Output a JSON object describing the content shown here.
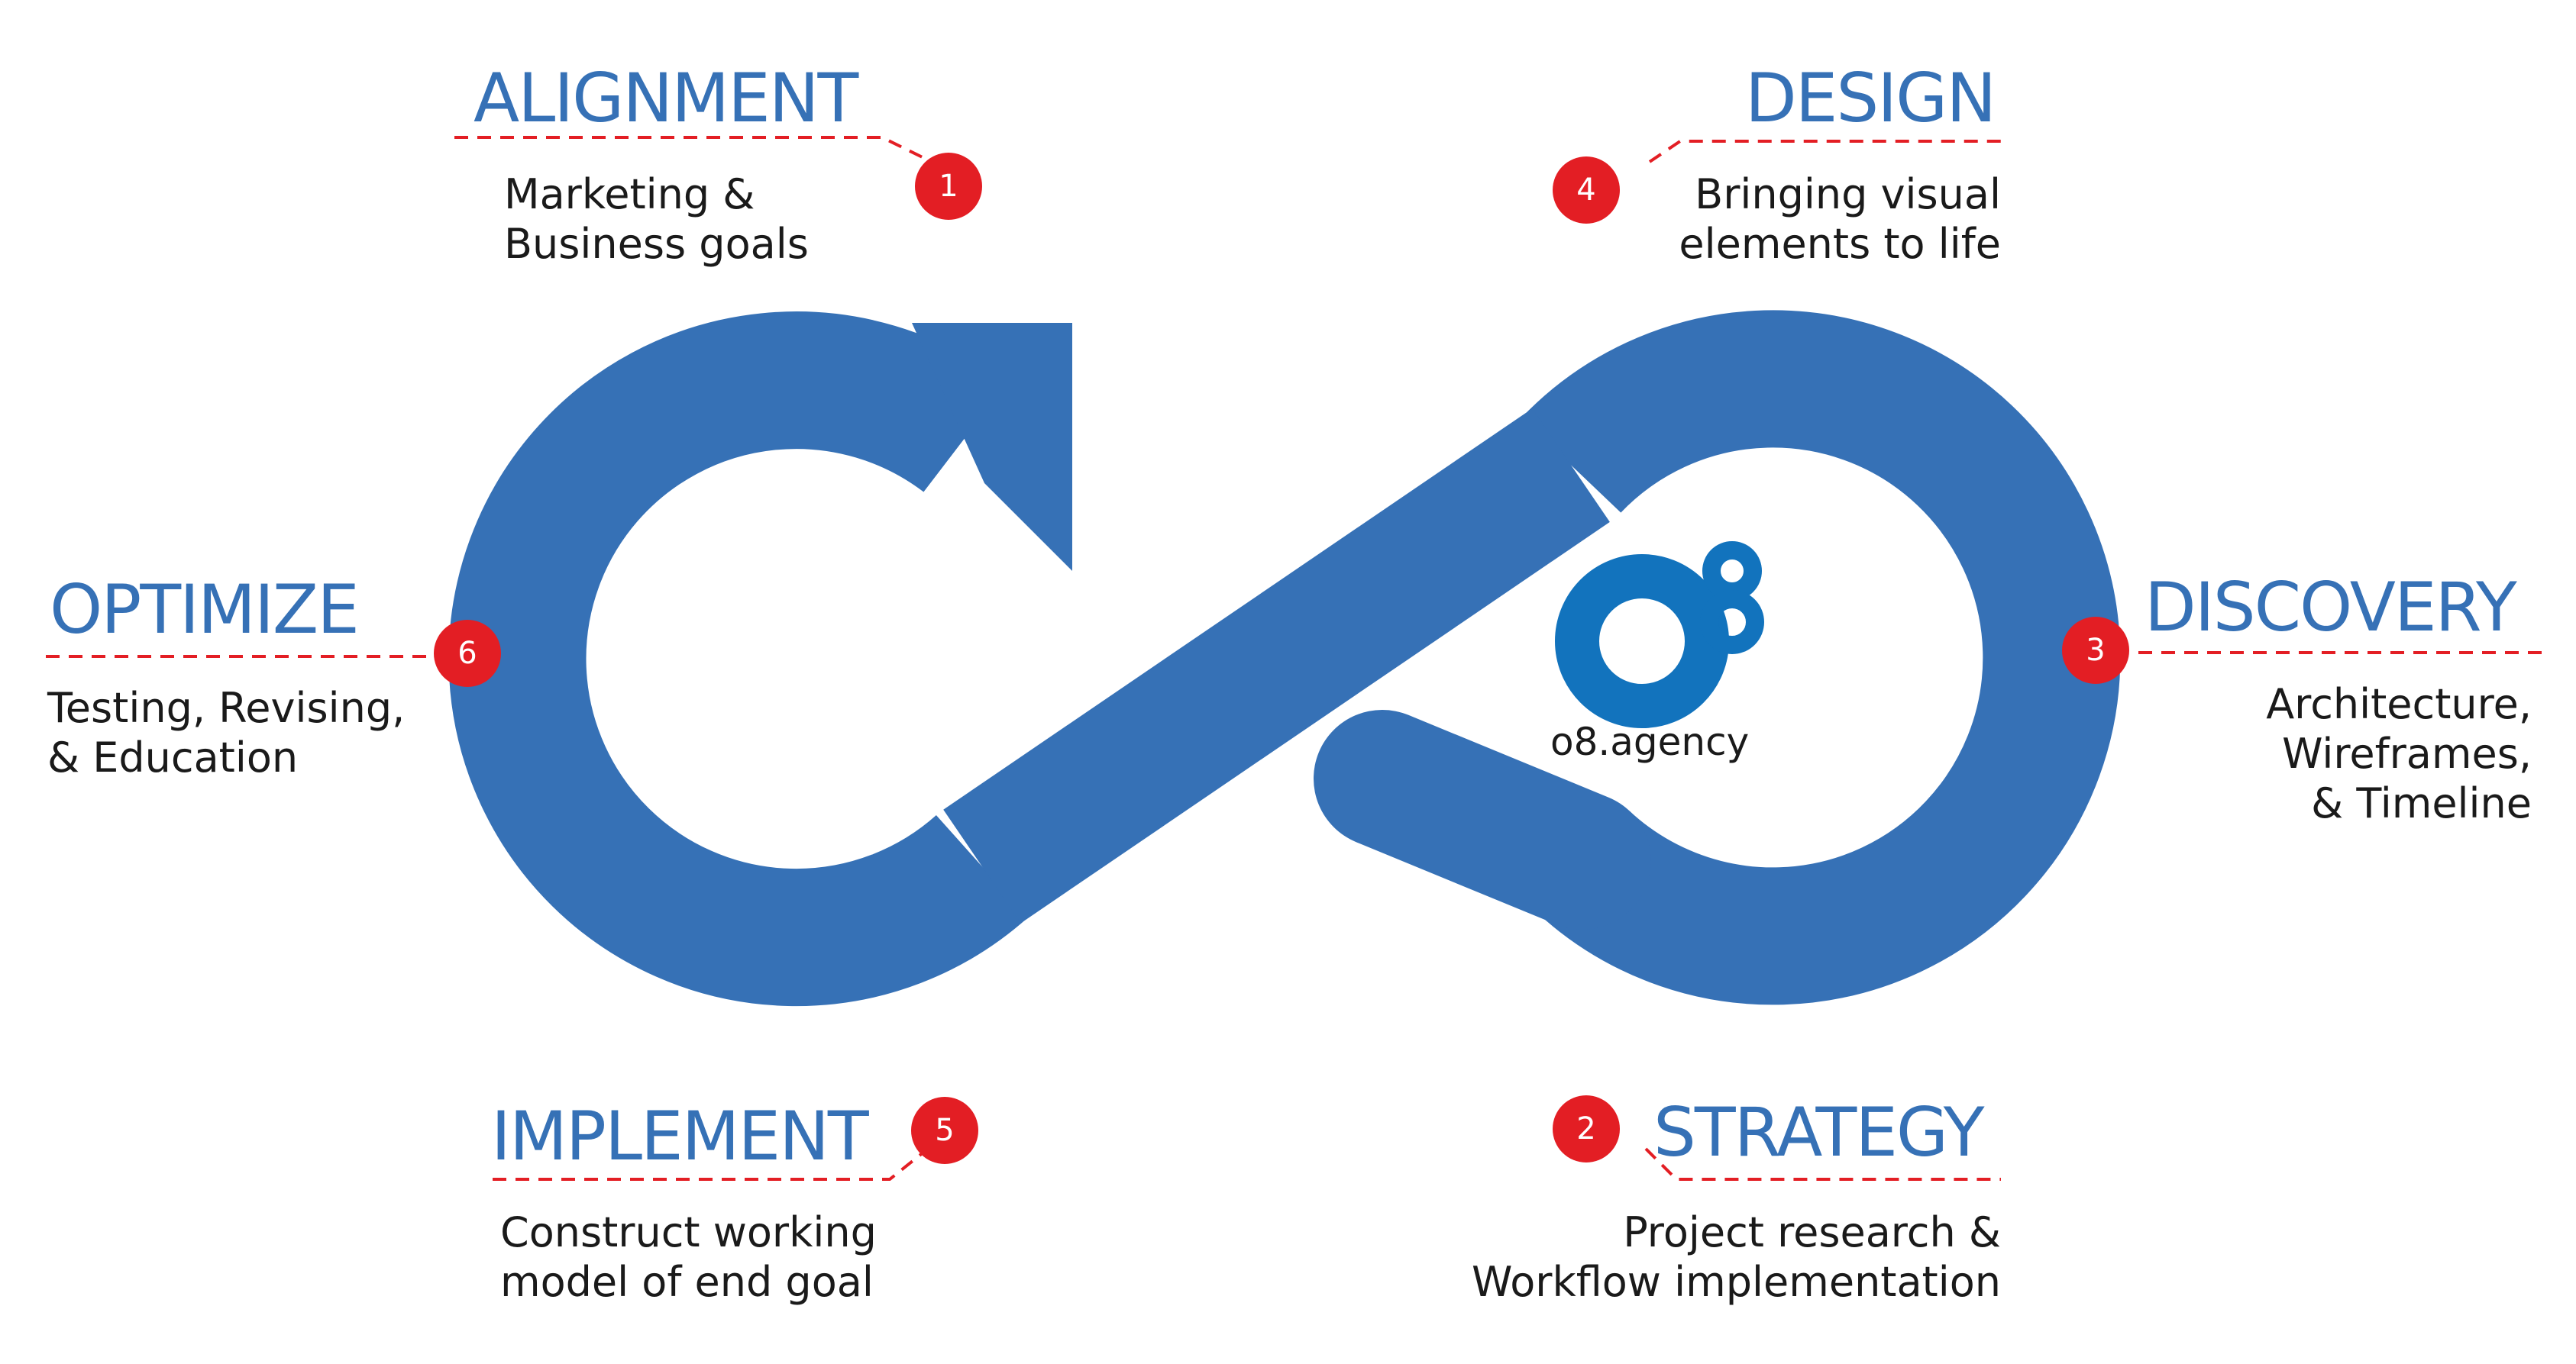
{
  "colors": {
    "loop_blue": "#3671b6",
    "title_blue": "#3671b6",
    "badge_red": "#e31e24",
    "logo_blue": "#1273bd",
    "dash_red": "#e31e24",
    "text_dark": "#1a1a1a"
  },
  "logo": {
    "mark": "o8",
    "caption": "o8.agency"
  },
  "steps": {
    "alignment": {
      "number": "1",
      "title": "ALIGNMENT",
      "description": "Marketing &\nBusiness goals"
    },
    "strategy": {
      "number": "2",
      "title": "STRATEGY",
      "description": "Project research &\nWorkflow implementation"
    },
    "discovery": {
      "number": "3",
      "title": "DISCOVERY",
      "description": "Architecture,\nWireframes,\n& Timeline"
    },
    "design": {
      "number": "4",
      "title": "DESIGN",
      "description": "Bringing visual\nelements to life"
    },
    "implement": {
      "number": "5",
      "title": "IMPLEMENT",
      "description": "Construct working\nmodel of end goal"
    },
    "optimize": {
      "number": "6",
      "title": "OPTIMIZE",
      "description": "Testing, Revising,\n& Education"
    }
  }
}
